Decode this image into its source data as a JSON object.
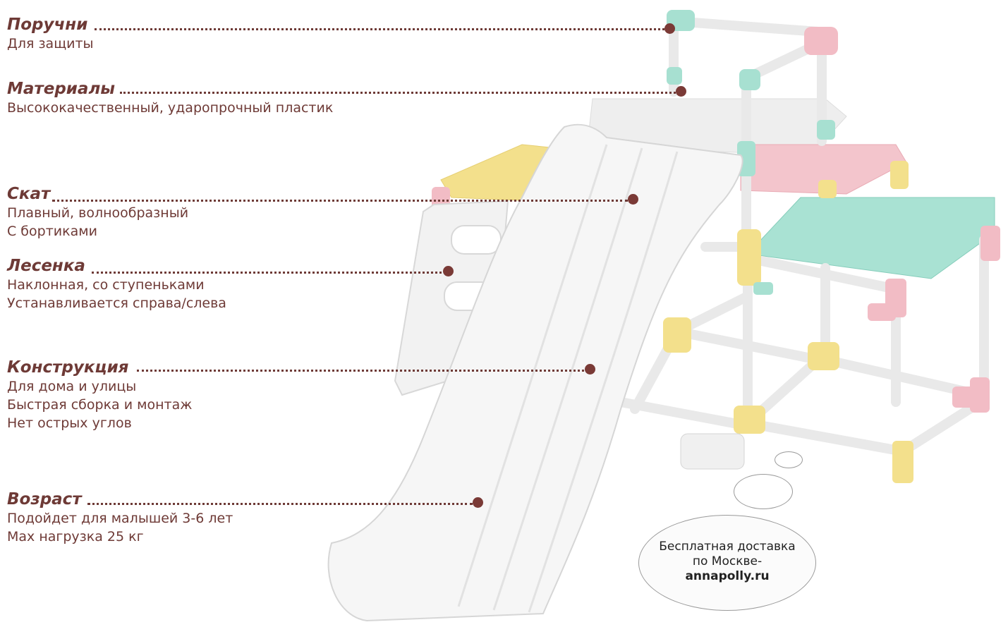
{
  "features": [
    {
      "title": "Поручни",
      "lines": [
        "Для защиты"
      ]
    },
    {
      "title": "Материалы",
      "lines": [
        "Высококачественный, ударопрочный пластик"
      ]
    },
    {
      "title": "Скат",
      "lines": [
        "Плавный, волнообразный",
        "С бортиками"
      ]
    },
    {
      "title": "Лесенка",
      "lines": [
        "Наклонная, со ступеньками",
        "Устанавливается справа/слева"
      ]
    },
    {
      "title": "Конструкция",
      "lines": [
        "Для дома и улицы",
        "Быстрая сборка и монтаж",
        "Нет острых углов"
      ]
    },
    {
      "title": "Возраст",
      "lines": [
        "Подойдет для малышей 3-6 лет",
        "Max нагрузка 25 кг"
      ]
    }
  ],
  "delivery": {
    "line1": "Бесплатная доставка",
    "line2": "по Москве-",
    "site": "annapolly.ru"
  },
  "colors": {
    "text": "#6e3a36",
    "mint": "#9fdccd",
    "pink": "#f0b9c3",
    "yellow": "#f3e08c",
    "white_plastic": "#f4f4f4"
  }
}
